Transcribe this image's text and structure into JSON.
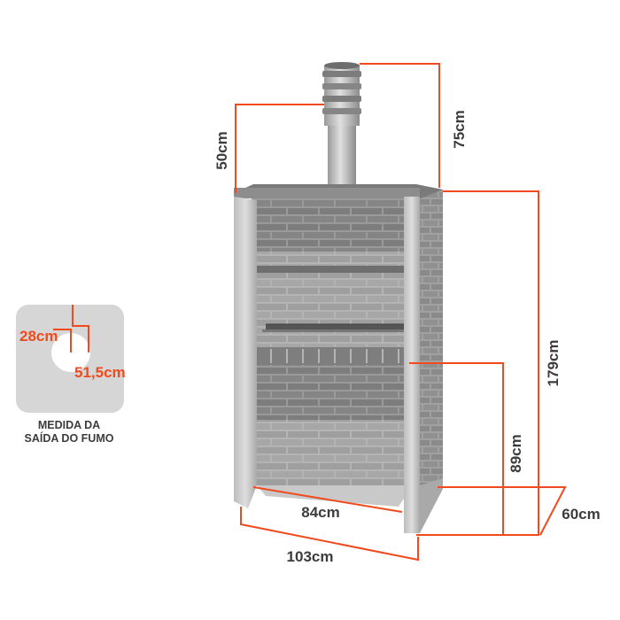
{
  "colors": {
    "accent": "#f04a1e",
    "label_dark": "#3c3c3c",
    "panel_gray": "#d6d6d6",
    "brick_gray": "#8e8e8e",
    "steel_gray": "#c4c4c4"
  },
  "dimensions": {
    "chimney_height": "50cm",
    "chimney_top": "75cm",
    "total_height": "179cm",
    "base_height": "89cm",
    "depth": "60cm",
    "inner_width": "84cm",
    "outer_width": "103cm"
  },
  "smoke_outlet": {
    "outer_size": "28cm",
    "inner_size": "51,5cm",
    "caption_line1": "MEDIDA DA",
    "caption_line2": "SAÍDA DO FUMO"
  },
  "icons": {
    "barbecue": "barbecue-grill-illustration",
    "outlet": "smoke-outlet-icon"
  }
}
